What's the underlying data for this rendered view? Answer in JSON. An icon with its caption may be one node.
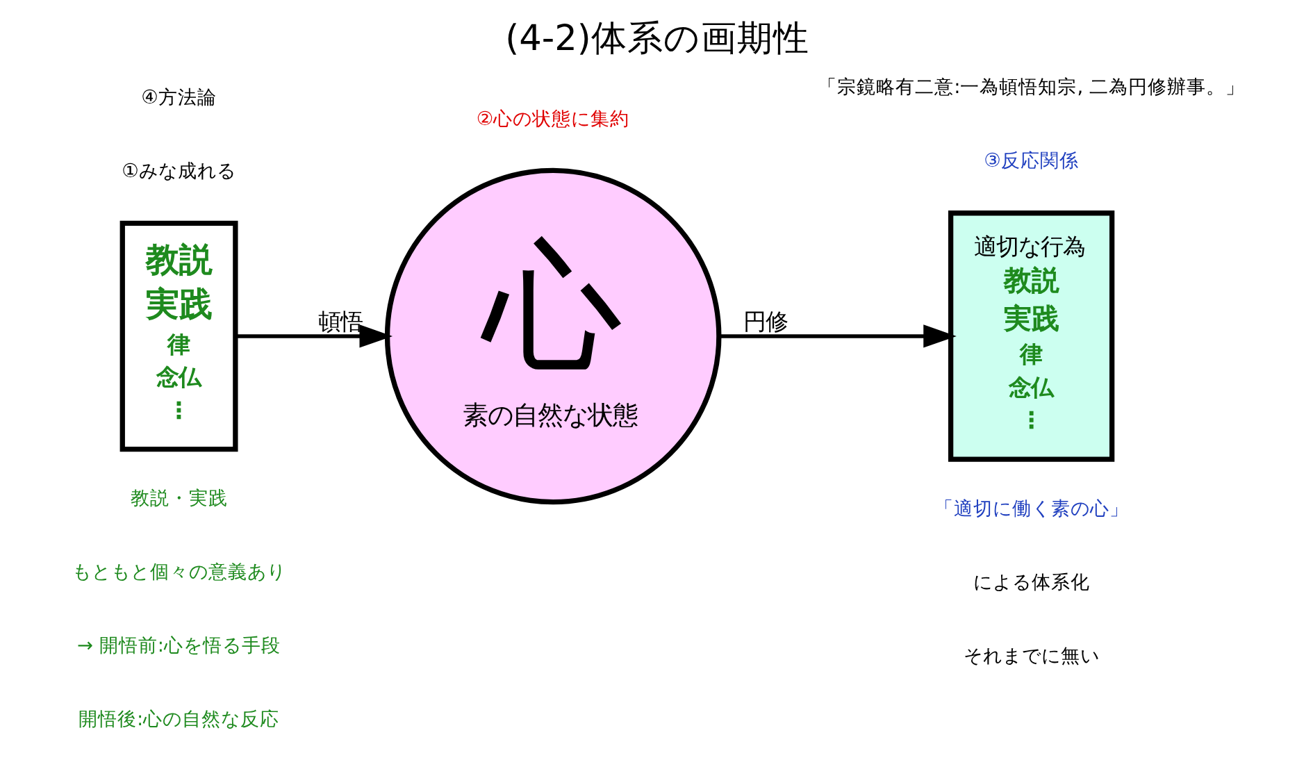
{
  "diagram": {
    "title": "(4-2)体系の画期性",
    "nodes": [
      {
        "text": [
          "教説",
          "実践",
          "律",
          "念仏",
          "⋮"
        ]
      },
      {
        "text": [
          "心",
          "素の自然な状態"
        ]
      },
      {
        "text": [
          "適切な行為",
          "教説",
          "実践",
          "律",
          "念仏",
          "⋮"
        ]
      }
    ],
    "edges": [
      {
        "from": 0,
        "to": 1,
        "arrow": "to",
        "label": "頓悟"
      },
      {
        "from": 1,
        "to": 2,
        "arrow": "to",
        "label": "円修"
      }
    ],
    "labels": [
      "「宗鏡略有二意:一為頓悟知宗, 二為円修辦事。」",
      "④方法論",
      "①みな成れる",
      "②心の状態に集約",
      "③反応関係",
      "教説・実践",
      "もともと個々の意義あり",
      "→ 開悟前:心を悟る手段",
      "開悟後:心の自然な反応",
      "「適切に働く素の心」",
      "による体系化",
      "それまでに無い"
    ]
  }
}
